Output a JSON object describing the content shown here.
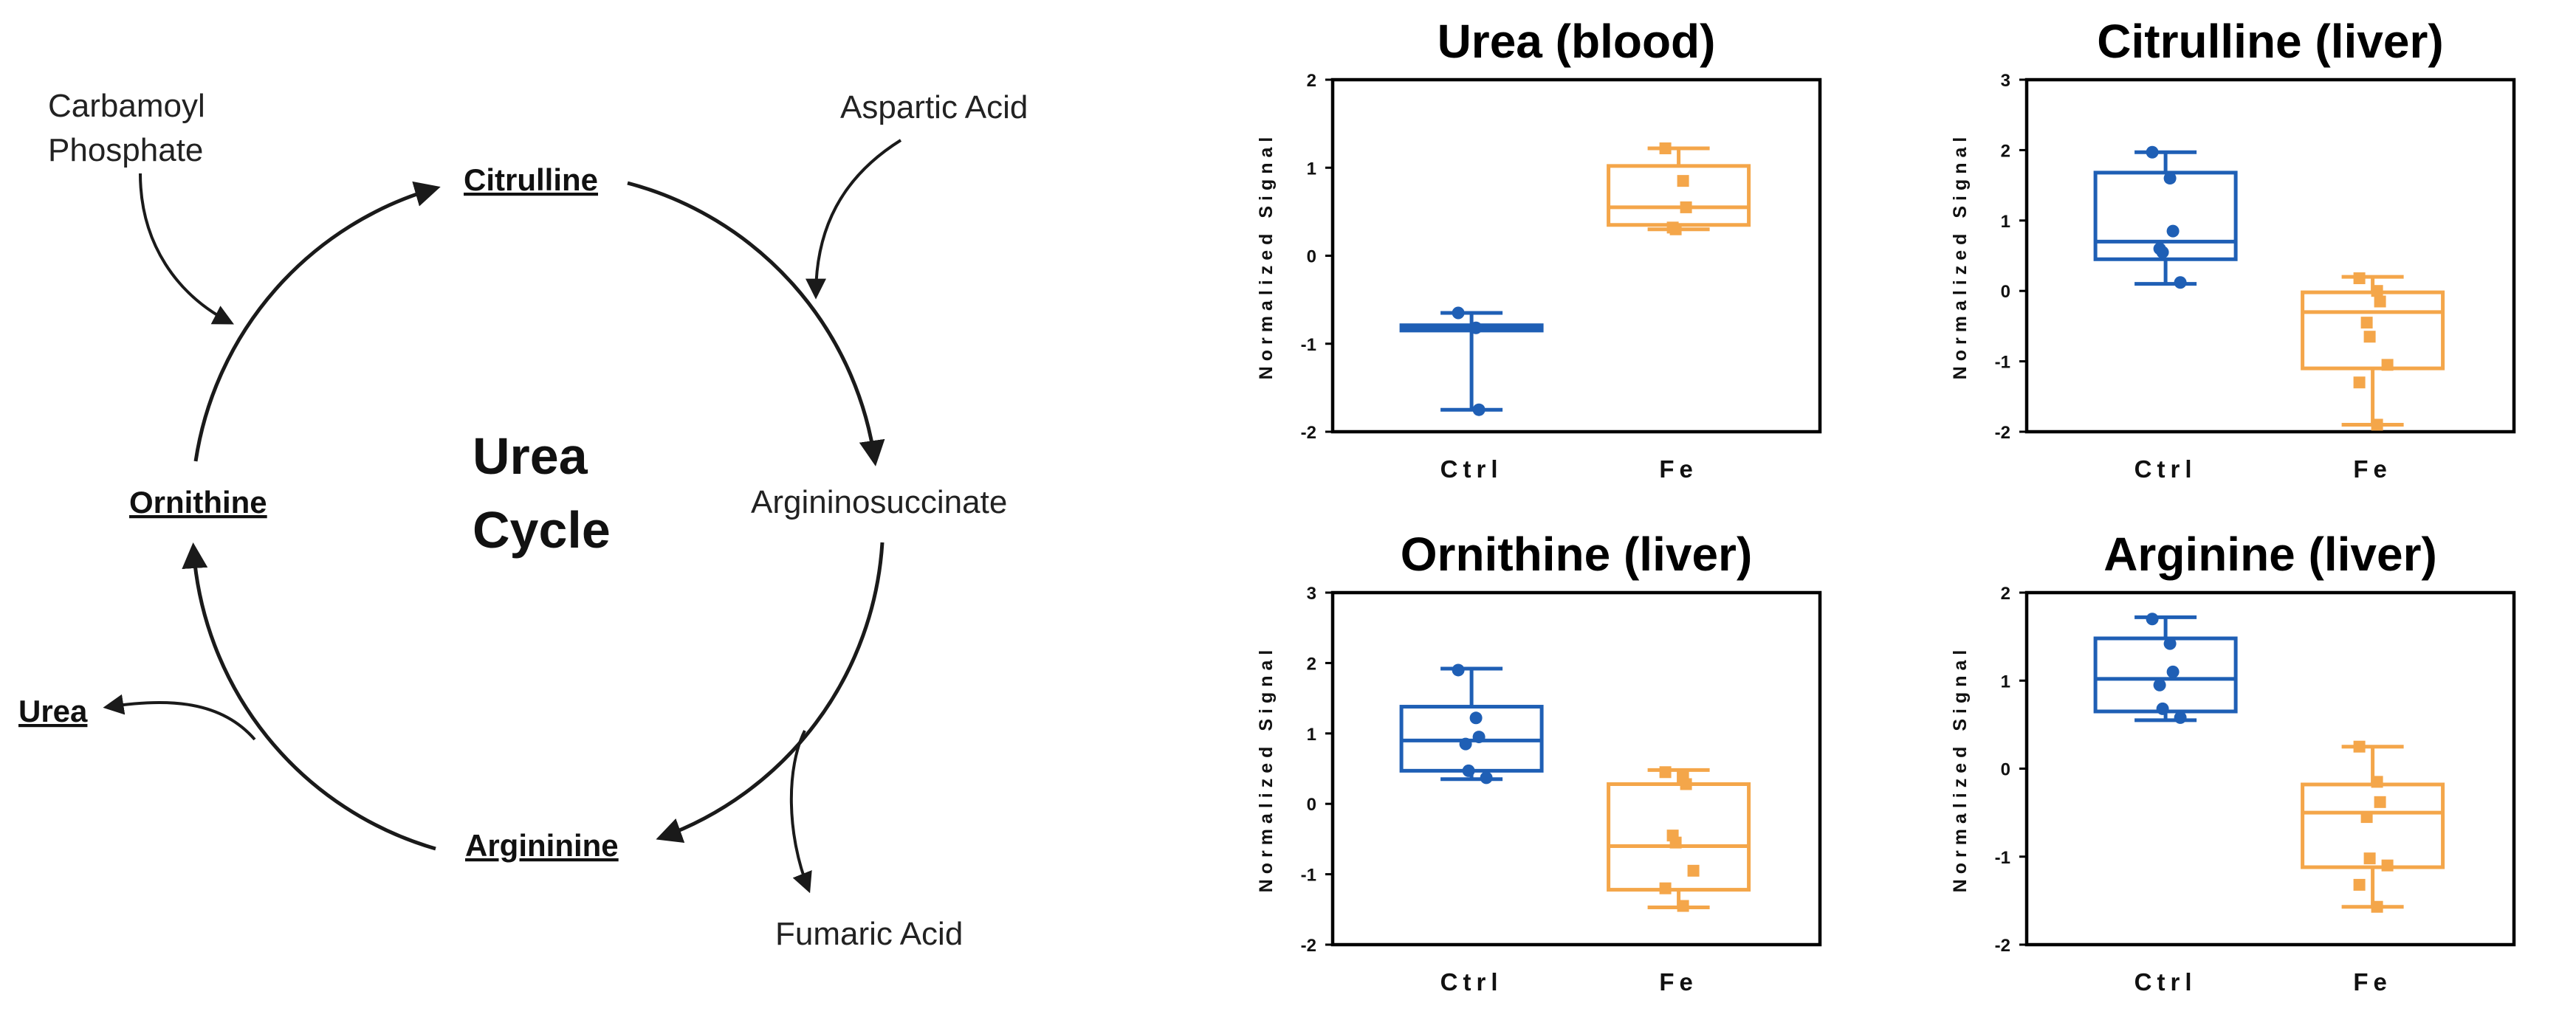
{
  "diagram": {
    "center_title_line1": "Urea",
    "center_title_line2": "Cycle",
    "nodes": {
      "carbamoyl_line1": "Carbamoyl",
      "carbamoyl_line2": "Phosphate",
      "citrulline": "Citrulline",
      "aspartic_acid": "Aspartic Acid",
      "argininosuccinate": "Argininosuccinate",
      "fumaric_acid": "Fumaric Acid",
      "argininine": "Argininine",
      "ornithine": "Ornithine",
      "urea": "Urea"
    }
  },
  "colors": {
    "ctrl": "#1f5fb5",
    "fe": "#f4a64a",
    "axis": "#000000",
    "diagram_stroke": "#1a1a1a"
  },
  "chart_data": [
    {
      "type": "boxplot",
      "title": "Urea (blood)",
      "ylabel": "Normalized Signal",
      "ylim": [
        -2,
        2
      ],
      "yticks": [
        2,
        1,
        0,
        -1,
        -2
      ],
      "categories": [
        "Ctrl",
        "Fe"
      ],
      "series": [
        {
          "category": "Ctrl",
          "color": "#1f5fb5",
          "marker": "circle",
          "box": {
            "min": -1.75,
            "q1": -0.85,
            "median": -0.82,
            "q3": -0.79,
            "max": -0.65
          },
          "points": [
            -0.65,
            -0.82,
            -1.75
          ]
        },
        {
          "category": "Fe",
          "color": "#f4a64a",
          "marker": "square",
          "box": {
            "min": 0.3,
            "q1": 0.35,
            "median": 0.55,
            "q3": 1.02,
            "max": 1.22
          },
          "points": [
            1.22,
            0.85,
            0.55,
            0.32,
            0.3
          ]
        }
      ]
    },
    {
      "type": "boxplot",
      "title": "Citrulline (liver)",
      "ylabel": "Normalized Signal",
      "ylim": [
        -2,
        3
      ],
      "yticks": [
        3,
        2,
        1,
        0,
        -1,
        -2
      ],
      "categories": [
        "Ctrl",
        "Fe"
      ],
      "series": [
        {
          "category": "Ctrl",
          "color": "#1f5fb5",
          "marker": "circle",
          "box": {
            "min": 0.1,
            "q1": 0.45,
            "median": 0.7,
            "q3": 1.68,
            "max": 1.97
          },
          "points": [
            1.97,
            1.6,
            0.85,
            0.6,
            0.55,
            0.12
          ]
        },
        {
          "category": "Fe",
          "color": "#f4a64a",
          "marker": "square",
          "box": {
            "min": -1.9,
            "q1": -1.1,
            "median": -0.3,
            "q3": -0.02,
            "max": 0.2
          },
          "points": [
            0.18,
            0.0,
            -0.15,
            -0.45,
            -0.65,
            -1.05,
            -1.3,
            -1.9
          ]
        }
      ]
    },
    {
      "type": "boxplot",
      "title": "Ornithine (liver)",
      "ylabel": "Normalized Signal",
      "ylim": [
        -2,
        3
      ],
      "yticks": [
        3,
        2,
        1,
        0,
        -1,
        -2
      ],
      "categories": [
        "Ctrl",
        "Fe"
      ],
      "series": [
        {
          "category": "Ctrl",
          "color": "#1f5fb5",
          "marker": "circle",
          "box": {
            "min": 0.35,
            "q1": 0.47,
            "median": 0.9,
            "q3": 1.38,
            "max": 1.92
          },
          "points": [
            1.9,
            1.22,
            0.95,
            0.85,
            0.47,
            0.37
          ]
        },
        {
          "category": "Fe",
          "color": "#f4a64a",
          "marker": "square",
          "box": {
            "min": -1.47,
            "q1": -1.22,
            "median": -0.6,
            "q3": 0.28,
            "max": 0.48
          },
          "points": [
            0.45,
            0.38,
            0.28,
            -0.45,
            -0.55,
            -0.95,
            -1.2,
            -1.45
          ]
        }
      ]
    },
    {
      "type": "boxplot",
      "title": "Arginine (liver)",
      "ylabel": "Normalized Signal",
      "ylim": [
        -2,
        2
      ],
      "yticks": [
        2,
        1,
        0,
        -1,
        -2
      ],
      "categories": [
        "Ctrl",
        "Fe"
      ],
      "series": [
        {
          "category": "Ctrl",
          "color": "#1f5fb5",
          "marker": "circle",
          "box": {
            "min": 0.55,
            "q1": 0.65,
            "median": 1.02,
            "q3": 1.48,
            "max": 1.72
          },
          "points": [
            1.7,
            1.42,
            1.1,
            0.95,
            0.68,
            0.58
          ]
        },
        {
          "category": "Fe",
          "color": "#f4a64a",
          "marker": "square",
          "box": {
            "min": -1.57,
            "q1": -1.12,
            "median": -0.5,
            "q3": -0.18,
            "max": 0.25
          },
          "points": [
            0.25,
            -0.15,
            -0.38,
            -0.55,
            -1.02,
            -1.1,
            -1.32,
            -1.57
          ]
        }
      ]
    }
  ]
}
